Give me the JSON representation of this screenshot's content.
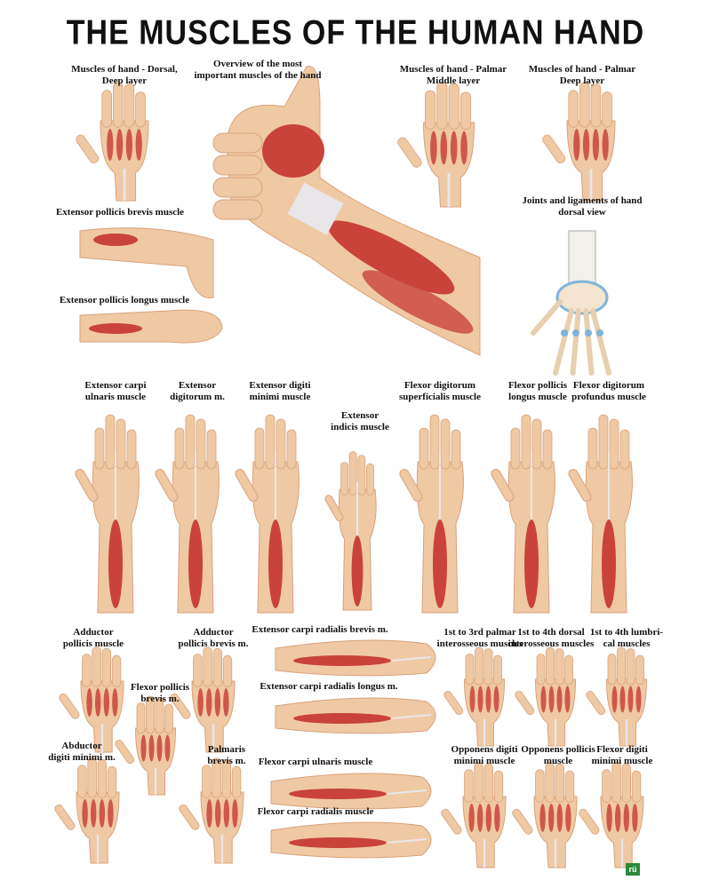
{
  "title": "THE MUSCLES OF THE HUMAN HAND",
  "colors": {
    "skin": "#efc9a4",
    "skin_dark": "#d9a27a",
    "muscle": "#c9433b",
    "tendon": "#e9e6ea",
    "ligament": "#7fb4dc"
  },
  "sections": [
    {
      "id": "dorsal-deep",
      "heading": "Muscles of hand - Dorsal,\nDeep layer"
    },
    {
      "id": "overview",
      "heading": "Overview of the most\nimportant muscles of the hand"
    },
    {
      "id": "palmar-middle",
      "heading": "Muscles of hand - Palmar\nMiddle layer"
    },
    {
      "id": "palmar-deep",
      "heading": "Muscles of hand - Palmar\nDeep layer"
    },
    {
      "id": "ext-pollicis-brevis",
      "heading": "Extensor pollicis brevis muscle"
    },
    {
      "id": "joints-ligaments",
      "heading": "Joints and ligaments of hand\ndorsal view"
    },
    {
      "id": "ext-pollicis-longus",
      "heading": "Extensor pollicis longus muscle"
    },
    {
      "id": "ext-carpi-ulnaris",
      "heading": "Extensor carpi\nulnaris muscle"
    },
    {
      "id": "ext-digitorum",
      "heading": "Extensor\ndigitorum m."
    },
    {
      "id": "ext-digiti-minimi",
      "heading": "Extensor digiti\nminimi muscle"
    },
    {
      "id": "ext-indicis",
      "heading": "Extensor\nindicis muscle"
    },
    {
      "id": "flex-dig-superficialis",
      "heading": "Flexor digitorum\nsuperficialis muscle"
    },
    {
      "id": "flex-pollicis-longus",
      "heading": "Flexor pollicis\nlongus muscle"
    },
    {
      "id": "flex-dig-profundus",
      "heading": "Flexor digitorum\nprofundus muscle"
    },
    {
      "id": "adductor-pollicis",
      "heading": "Adductor\npollicis muscle"
    },
    {
      "id": "abductor-pollicis-brevis",
      "heading": "Adductor\npollicis brevis m."
    },
    {
      "id": "ecr-brevis",
      "heading": "Extensor carpi radialis brevis m."
    },
    {
      "id": "ecr-longus",
      "heading": "Extensor carpi radialis longus m."
    },
    {
      "id": "palmar-interossei",
      "heading": "1st to 3rd palmar\ninterosseous muscles"
    },
    {
      "id": "dorsal-interossei",
      "heading": "1st to 4th dorsal\ninterosseous muscles"
    },
    {
      "id": "lumbricals",
      "heading": "1st to 4th lumbri-\ncal muscles"
    },
    {
      "id": "flex-pollicis-brevis",
      "heading": "Flexor pollicis\nbrevis m."
    },
    {
      "id": "abductor-digiti-minimi",
      "heading": "Abductor\ndigiti minimi m."
    },
    {
      "id": "palmaris-brevis",
      "heading": "Palmaris\nbrevis m."
    },
    {
      "id": "flex-carpi-ulnaris",
      "heading": "Flexor carpi ulnaris muscle"
    },
    {
      "id": "flex-carpi-radialis",
      "heading": "Flexor carpi radialis muscle"
    },
    {
      "id": "opponens-digiti-minimi",
      "heading": "Opponens digiti\nminimi muscle"
    },
    {
      "id": "opponens-pollicis",
      "heading": "Opponens pollicis\nmuscle"
    },
    {
      "id": "flex-digiti-minimi",
      "heading": "Flexor digiti\nminimi muscle"
    }
  ],
  "logo_text": "rü"
}
